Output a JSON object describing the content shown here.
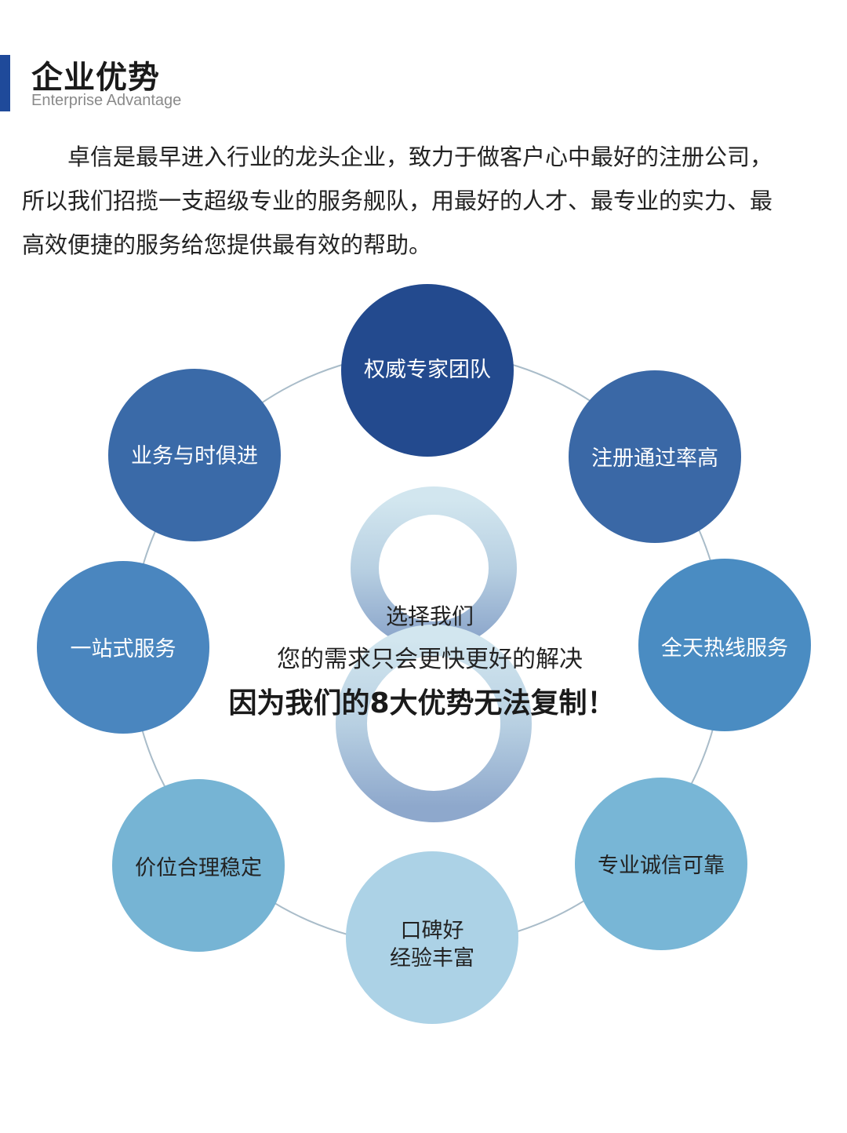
{
  "header": {
    "title": "企业优势",
    "subtitle": "Enterprise Advantage"
  },
  "intro": {
    "lines": [
      "卓信是最早进入行业的龙头企业，致力于做客户心中最好的注册公司，",
      "所以我们招揽一支超级专业的服务舰队，用最好的人才、最专业的实力、最",
      "高效便捷的服务给您提供最有效的帮助。"
    ]
  },
  "diagram": {
    "big_numeral": "8",
    "center": {
      "line1": "选择我们",
      "line2": "您的需求只会更快更好的解决",
      "line3": "因为我们的8大优势无法复制！"
    },
    "nodes": [
      {
        "label": "权威专家团队",
        "color": "#234a8e"
      },
      {
        "label": "注册通过率高",
        "color": "#3a68a6"
      },
      {
        "label": "全天热线服务",
        "color": "#4a8cc2"
      },
      {
        "label": "专业诚信可靠",
        "color": "#78b6d6"
      },
      {
        "label": "口碑好",
        "label2": "经验丰富",
        "color": "#acd2e6"
      },
      {
        "label": "价位合理稳定",
        "color": "#76b4d4"
      },
      {
        "label": "一站式服务",
        "color": "#4a86bf"
      },
      {
        "label": "业务与时俱进",
        "color": "#3a6aa8"
      }
    ]
  }
}
